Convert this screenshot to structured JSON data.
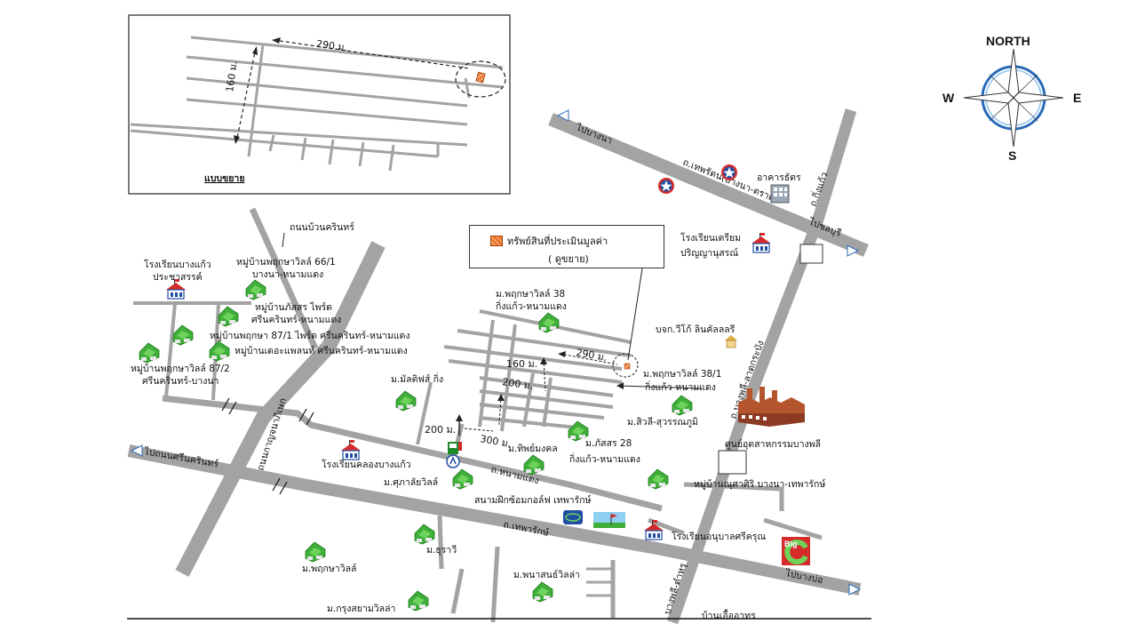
{
  "compass": {
    "north": "NORTH",
    "south": "S",
    "east": "E",
    "west": "W"
  },
  "legend": {
    "line1": "ทรัพย์สินที่ประเมินมูลค่า",
    "line2": "( ดูขยาย)"
  },
  "inset": {
    "caption": "แบบขยาย",
    "dist_horizontal": "290 ม.",
    "dist_vertical": "160 ม."
  },
  "roads": {
    "srinakarin": "ถนนบ้วนครินทร์",
    "to_bangna": "ไปบางนา",
    "debaratana": "ถ.เทพรัตน(บางนา-ตราด)",
    "to_chonburi": "ไปชลบุรี",
    "king_kaeo": "ถ.กิ่งแก้ว",
    "to_srinakarin": "ไปถนนศรีนครินทร์",
    "bangna_soi": "ถ.หนามแดง",
    "theparak": "ถ.เทพารักษ์",
    "to_bangbo": "ไปบางบ่อ",
    "kanchanaphisek": "ถนนกาญจนาภิเษก",
    "bangphli_lat_krabang": "ถ.บางพลี-ลาดกระบัง",
    "bangphli_tamru": "บางพลี-ตำหรุ"
  },
  "distances": {
    "d290": "290 ม.",
    "d160": "160 ม.",
    "d200a": "200 ม.",
    "d200b": "200 ม.",
    "d300": "300 ม."
  },
  "places": {
    "p1": "โรงเรียนบางแก้ว",
    "p1b": "ประชาสรรค์",
    "p2": "หมู่บ้านพฤกษาวิลล์ 66/1",
    "p2b": "บางนา-หนามแดง",
    "p3": "หมู่บ้านภัสสร ไพร์ด",
    "p3b": "ศรีนครินทร์-หนามแดง",
    "p4": "หมู่บ้านพฤกษา 87/1 ไพร์ด ศรีนครินทร์-หนามแดง",
    "p5": "หมู่บ้านเดอะแพลนท์ ศรีนครินทร์-หนามแดง",
    "p6": "หมู่บ้านพฤกษาวิลล์ 87/2",
    "p6b": "ศรีนครินทร์-บางนา",
    "p7": "ม.พฤกษาวิลล์ 38",
    "p7b": "กิ่งแก้ว-หนามแดง",
    "p8": "อาคารธัตร",
    "p9": "โรงเรียนเตรียม",
    "p9b": "ปริญญานุสรณ์",
    "p10": "บจก.วีโก้ ลินคัลลลรี",
    "p11": "ม.พฤกษาวิลล์ 38/1",
    "p11b": "กิ่งแก้ว-หนามแดง",
    "p12": "ม.มัลติฟส์ กิ่ง",
    "p13": "ม.สิวลี-สุวรรณภูมิ",
    "p14": "ศูนย์อุตสาหกรรมบางพลี",
    "p15": "โรงเรียนคลองบางแก้ว",
    "p16": "ม.ทิพย์มงคล",
    "p17": "ม.ภัสสร 28",
    "p17b": "กิ่งแก้ว-หนามแดง",
    "p18": "ม.ศุภาลัยวิลล์",
    "p19": "หมู่บ้านณุศาศิริ บางนา-เทพารักษ์",
    "p20": "สนามฝึกซ้อมกอล์ฟ เทพารักษ์",
    "p21": "โรงเรียนอนุบาลศรีครุณ",
    "p22": "ม.พฤกษาวิลล์",
    "p23": "ม.ธุราวี",
    "p24": "ม.พนาสนธ์วิลล่า",
    "p25": "ม.กรุงสยามวิลล่า",
    "p26": "บ้านเอื้ออาทร",
    "bigc": "Big"
  },
  "colors": {
    "road": "#a3a3a3",
    "house": "#3fae3a",
    "property": "#e86a1c",
    "accent_red": "#d52b2b",
    "accent_blue": "#1f4ea3"
  }
}
